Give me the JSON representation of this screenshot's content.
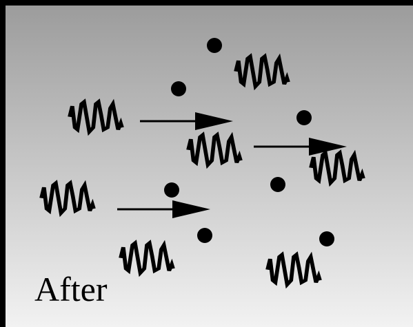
{
  "panel": {
    "label": "After"
  },
  "colors": {
    "frame": "#000000",
    "background_top": "#9c9c9c",
    "background_bottom": "#f2f2f2",
    "ink": "#000000"
  },
  "icons": {
    "particle": "filled-dot",
    "wave": "squiggle-wave",
    "motion": "right-arrow"
  }
}
